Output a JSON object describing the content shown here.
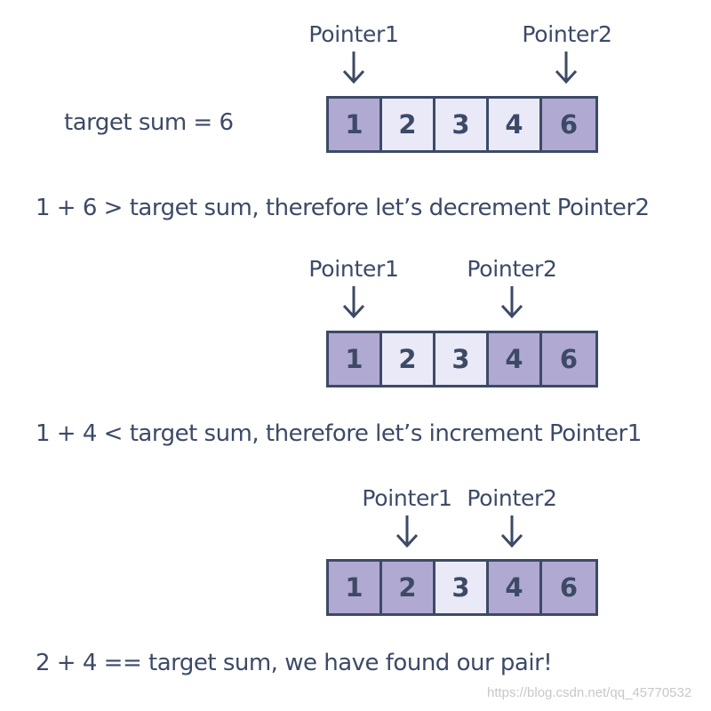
{
  "target_label": "target sum = 6",
  "pointer1_label": "Pointer1",
  "pointer2_label": "Pointer2",
  "steps": [
    {
      "cells": [
        {
          "value": "1",
          "state": "dark"
        },
        {
          "value": "2",
          "state": "light"
        },
        {
          "value": "3",
          "state": "light"
        },
        {
          "value": "4",
          "state": "light"
        },
        {
          "value": "6",
          "state": "dark"
        }
      ],
      "caption": "1 + 6 > target sum, therefore let’s decrement Pointer2"
    },
    {
      "cells": [
        {
          "value": "1",
          "state": "dark"
        },
        {
          "value": "2",
          "state": "light"
        },
        {
          "value": "3",
          "state": "light"
        },
        {
          "value": "4",
          "state": "dark"
        },
        {
          "value": "6",
          "state": "dark"
        }
      ],
      "caption": "1 + 4 < target sum, therefore let’s increment Pointer1"
    },
    {
      "cells": [
        {
          "value": "1",
          "state": "dark"
        },
        {
          "value": "2",
          "state": "dark"
        },
        {
          "value": "3",
          "state": "light"
        },
        {
          "value": "4",
          "state": "dark"
        },
        {
          "value": "6",
          "state": "dark"
        }
      ],
      "caption": "2 + 4 == target sum, we have found our pair!"
    }
  ],
  "watermark": "https://blog.csdn.net/qq_45770532",
  "colors": {
    "text": "#3d4a66",
    "cell_active": "#b0a9d2",
    "cell_inactive": "#e9e9f8"
  }
}
